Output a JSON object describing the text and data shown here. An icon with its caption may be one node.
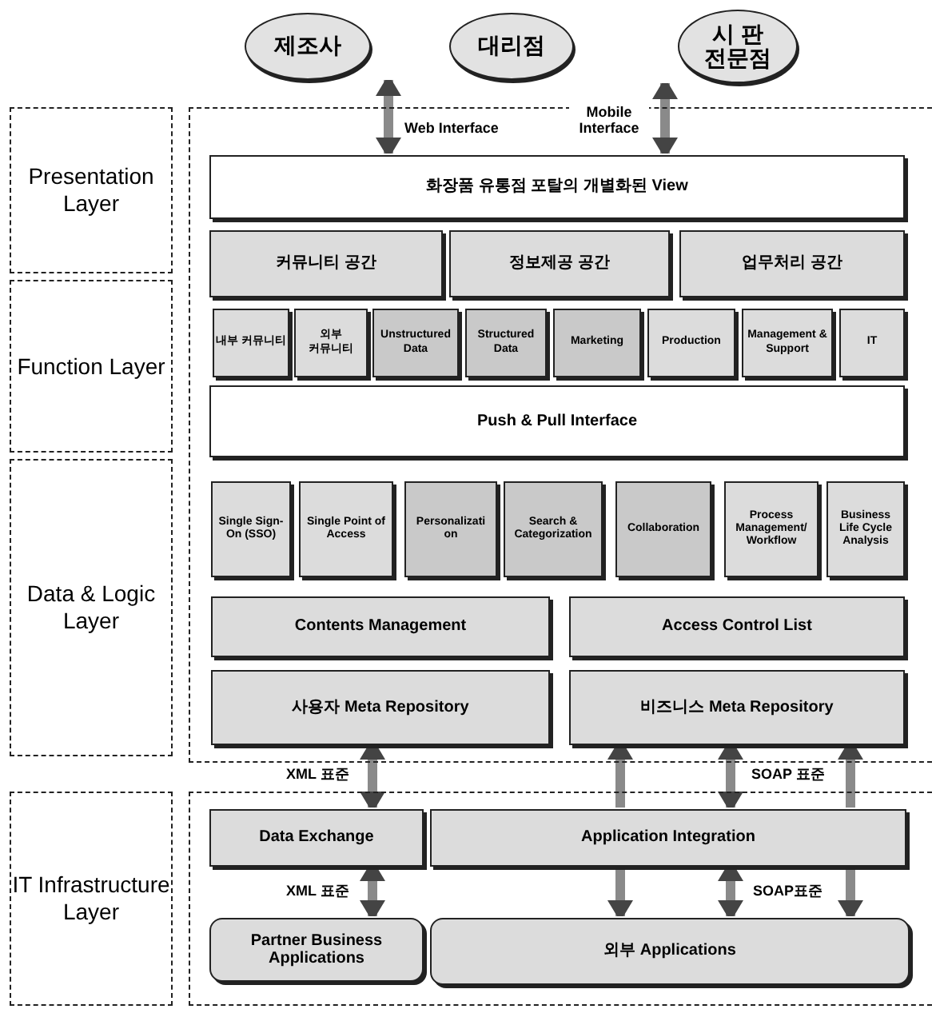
{
  "diagram": {
    "nodes": [
      {
        "text": [
          "제조사"
        ]
      },
      {
        "text": [
          "대리점"
        ]
      },
      {
        "text": [
          "시 판 전문점"
        ]
      },
      {
        "text": [
          "Presentation Layer"
        ]
      },
      {
        "text": [
          "Function Layer"
        ]
      },
      {
        "text": [
          "Data & Logic Layer"
        ]
      },
      {
        "text": [
          "IT Infrastructure Layer"
        ]
      },
      {
        "text": [],
        "shape": "box"
      },
      {
        "text": [
          "화장품 유통점 포탈의 개별화된 View"
        ],
        "in": 7
      },
      {
        "text": [
          "커뮤니티 공간"
        ],
        "in": 7
      },
      {
        "text": [
          "정보제공 공간"
        ],
        "in": 7
      },
      {
        "text": [
          "업무처리 공간"
        ],
        "in": 7
      },
      {
        "text": [
          "내부 커뮤니티"
        ],
        "in": 7
      },
      {
        "text": [
          "외부 커뮤니티"
        ],
        "in": 7
      },
      {
        "text": [
          "Unstructured Data"
        ],
        "in": 7
      },
      {
        "text": [
          "Structured Data"
        ],
        "in": 7
      },
      {
        "text": [
          "Marketing"
        ],
        "in": 7
      },
      {
        "text": [
          "Production"
        ],
        "in": 7
      },
      {
        "text": [
          "Management & Support"
        ],
        "in": 7
      },
      {
        "text": [
          "IT"
        ],
        "in": 7
      },
      {
        "text": [
          "Push & Pull Interface"
        ],
        "in": 7
      },
      {
        "text": [
          "Single Sign-On (SSO)"
        ],
        "in": 7
      },
      {
        "text": [
          "Single Point of Access"
        ],
        "in": 7
      },
      {
        "text": [
          "Personalizati on"
        ],
        "in": 7
      },
      {
        "text": [
          "Search & Categorization"
        ],
        "in": 7
      },
      {
        "text": [
          "Collaboration"
        ],
        "in": 7
      },
      {
        "text": [
          "Process Management/ Workflow"
        ],
        "in": 7
      },
      {
        "text": [
          "Business Life Cycle Analysis"
        ],
        "in": 7
      },
      {
        "text": [
          "Contents Management"
        ],
        "in": 7
      },
      {
        "text": [
          "Access Control List"
        ],
        "in": 7
      },
      {
        "text": [
          "사용자 Meta Repository"
        ],
        "in": 7
      },
      {
        "text": [
          "비즈니스 Meta Repository"
        ],
        "in": 7
      },
      {
        "text": [],
        "shape": "box"
      },
      {
        "text": [
          "Data Exchange"
        ],
        "in": 32
      },
      {
        "text": [
          "Application Integration"
        ],
        "in": 32
      },
      {
        "text": [
          "Partner Business Applications"
        ],
        "in": 32
      },
      {
        "text": [
          "외부 Applications"
        ],
        "in": 32
      }
    ],
    "edges": [
      {
        "from": 0,
        "to": 8,
        "arrow": "both",
        "label": "Web Interface"
      },
      {
        "from": 2,
        "to": 8,
        "arrow": "both",
        "label": "Mobile Interface"
      },
      {
        "from": 30,
        "to": 33,
        "arrow": "both",
        "label": "XML 표준"
      },
      {
        "from": 34,
        "to": 31,
        "arrow": "to"
      },
      {
        "from": 34,
        "to": 31,
        "arrow": "both",
        "label": "SOAP 표준"
      },
      {
        "from": 34,
        "to": 31,
        "arrow": "to"
      },
      {
        "from": 33,
        "to": 35,
        "arrow": "both",
        "label": "XML 표준"
      },
      {
        "from": 34,
        "to": 36,
        "arrow": "to"
      },
      {
        "from": 34,
        "to": 36,
        "arrow": "both",
        "label": "SOAP표준"
      },
      {
        "from": 34,
        "to": 36,
        "arrow": "to"
      }
    ]
  }
}
